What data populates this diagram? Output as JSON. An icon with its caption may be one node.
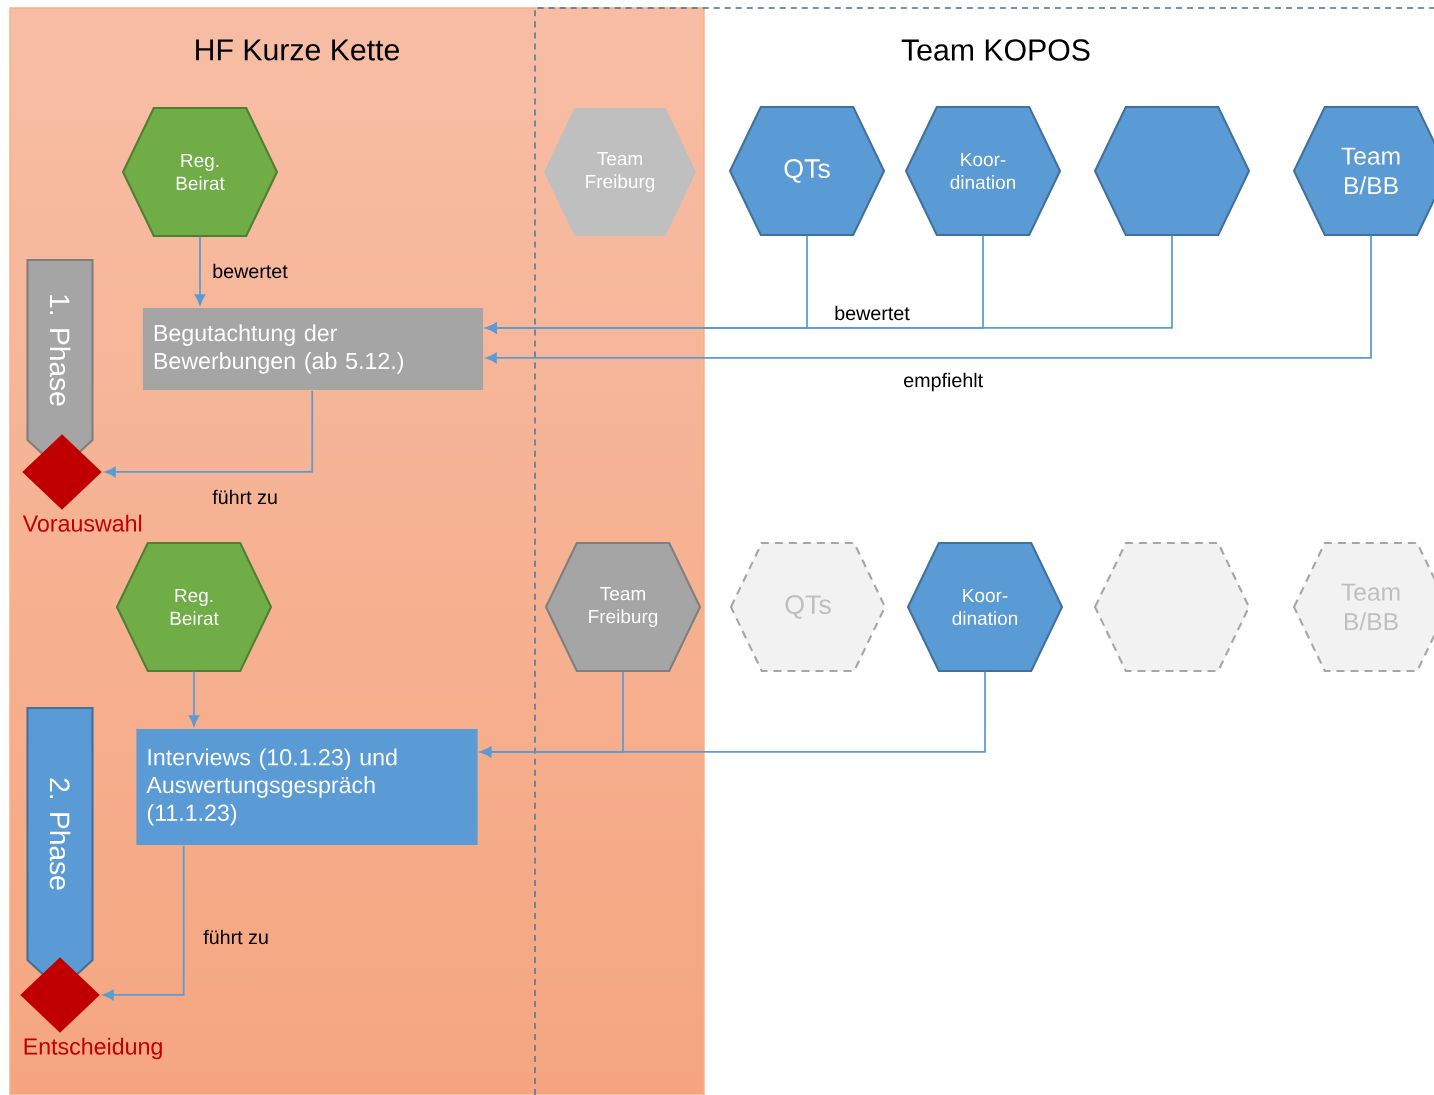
{
  "diagram": {
    "nodes": [
      {
        "text": [
          "Reg. Beirat"
        ]
      },
      {
        "text": [
          "Team Freiburg"
        ]
      },
      {
        "text": [
          "QTs"
        ]
      },
      {
        "text": [
          "Koor- dination"
        ]
      },
      {
        "text": [],
        "shape": "hexagon"
      },
      {
        "text": [
          "Team B/BB"
        ]
      },
      {
        "text": [
          "Begutachtung der Bewerbungen (ab 5.12.)"
        ]
      },
      {
        "text": [
          "1. Phase"
        ]
      },
      {
        "text": [],
        "shape": "diamond",
        "beside": [
          "Vorauswahl"
        ]
      },
      {
        "text": [
          "Reg. Beirat"
        ]
      },
      {
        "text": [
          "Team Freiburg"
        ]
      },
      {
        "text": [
          "QTs"
        ]
      },
      {
        "text": [
          "Koor- dination"
        ]
      },
      {
        "text": [],
        "shape": "hexagon"
      },
      {
        "text": [
          "Team B/BB"
        ]
      },
      {
        "text": [
          "Interviews (10.1.23) und Auswertungsgespräch (11.1.23)"
        ]
      },
      {
        "text": [
          "2. Phase"
        ]
      },
      {
        "text": [],
        "shape": "diamond",
        "beside": [
          "Entscheidung"
        ]
      }
    ],
    "edges": [
      {
        "from": 0,
        "to": 6,
        "arrow": "to",
        "label": "bewertet"
      },
      {
        "from": 2,
        "to": 6,
        "arrow": "to",
        "label": "bewertet"
      },
      {
        "from": 3,
        "to": 6,
        "arrow": "to"
      },
      {
        "from": 4,
        "to": 6,
        "arrow": "to"
      },
      {
        "from": 5,
        "to": 6,
        "arrow": "to",
        "label": "empfiehlt"
      },
      {
        "from": 6,
        "to": 8,
        "arrow": "to",
        "label": "führt zu"
      },
      {
        "from": 9,
        "to": 15,
        "arrow": "to"
      },
      {
        "from": 10,
        "to": 15,
        "arrow": "to"
      },
      {
        "from": 12,
        "to": 15,
        "arrow": "to"
      },
      {
        "from": 15,
        "to": 17,
        "arrow": "to",
        "label": "führt zu"
      }
    ],
    "labels": [
      "HF Kurze Kette",
      "Team KOPOS"
    ]
  }
}
